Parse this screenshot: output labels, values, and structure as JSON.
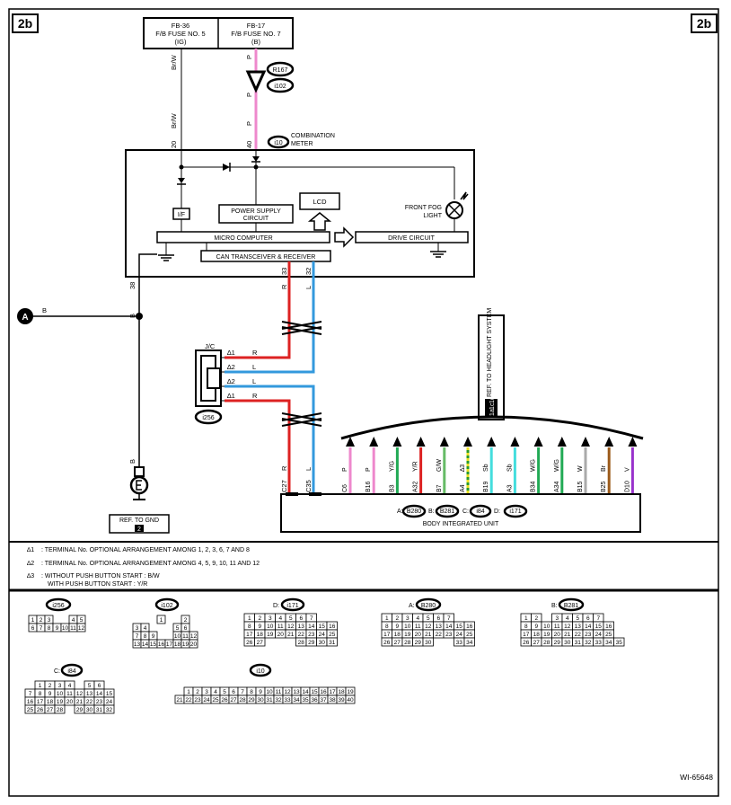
{
  "page": {
    "tag_left": "2b",
    "tag_right": "2b",
    "figure_id": "WI-65648"
  },
  "fuses": {
    "fb36_name": "FB-36",
    "fb36_desc": "F/B FUSE NO. 5",
    "fb36_sub": "(IG)",
    "fb17_name": "FB-17",
    "fb17_desc": "F/B FUSE NO. 7",
    "fb17_sub": "(B)"
  },
  "wires": {
    "brw": "Br/W",
    "p": "P",
    "b": "B",
    "r": "R",
    "l": "L",
    "pin20": "20",
    "pin40": "40",
    "pin38": "38",
    "pin33": "33",
    "pin32": "32",
    "c27": "C27",
    "c35": "C35"
  },
  "connectors": {
    "r167": "R167",
    "i102": "i102",
    "i10": "i10",
    "i256": "i256",
    "b280": "B280",
    "b281": "B281",
    "i84": "i84",
    "i171": "i171"
  },
  "meter": {
    "label_1": "COMBINATION",
    "label_2": "METER",
    "if": "I/F",
    "psu_1": "POWER SUPPLY",
    "psu_2": "CIRCUIT",
    "lcd": "LCD",
    "fog_1": "FRONT FOG",
    "fog_2": "LIGHT",
    "micro": "MICRO COMPUTER",
    "drive": "DRIVE CIRCUIT",
    "can": "CAN TRANSCEIVER & RECEIVER"
  },
  "junction": {
    "title": "J/C",
    "star1": "∆1",
    "star2": "∆2"
  },
  "ground": {
    "ref_1": "REF. TO GND",
    "ref_2": "2",
    "node_a": "A"
  },
  "headlight_ref": {
    "text": "REF. TO HEADLIGHT SYSTEM",
    "b1": "1a",
    "b2": "1c",
    "b3": "1d"
  },
  "biu": {
    "title": "BODY INTEGRATED UNIT",
    "pa": "A:",
    "pb": "B:",
    "pc": "C:",
    "pd": "D:",
    "wires": [
      {
        "color": "P",
        "pin": "C6",
        "hex": "#ee88cc"
      },
      {
        "color": "P",
        "pin": "B16",
        "hex": "#ee88cc"
      },
      {
        "color": "Y/G",
        "pin": "B3",
        "hex": "#22aa55"
      },
      {
        "color": "Y/R",
        "pin": "A32",
        "hex": "#dd2222"
      },
      {
        "color": "G/W",
        "pin": "B7",
        "hex": "#66bb66"
      },
      {
        "color": "∆3",
        "pin": "A4",
        "hex": "#44aadd"
      },
      {
        "color": "Sb",
        "pin": "B19",
        "hex": "#44dddd"
      },
      {
        "color": "Sb",
        "pin": "A3",
        "hex": "#44dddd"
      },
      {
        "color": "W/G",
        "pin": "B34",
        "hex": "#22aa55"
      },
      {
        "color": "W/G",
        "pin": "A34",
        "hex": "#22aa55"
      },
      {
        "color": "W",
        "pin": "B15",
        "hex": "#aaaaaa"
      },
      {
        "color": "Br",
        "pin": "B25",
        "hex": "#9b5a1a"
      },
      {
        "color": "V",
        "pin": "D10",
        "hex": "#9933cc"
      }
    ]
  },
  "notes": {
    "n1_mark": "∆1",
    "n1": ": TERMINAL No. OPTIONAL ARRANGEMENT AMONG 1, 2, 3, 6, 7 AND 8",
    "n2_mark": "∆2",
    "n2": ": TERMINAL No. OPTIONAL ARRANGEMENT AMONG 4, 5, 9, 10, 11 AND 12",
    "n3_mark": "∆3",
    "n3a": ": WITHOUT PUSH BUTTON START  : B/W",
    "n3b": "WITH PUSH BUTTON START  : Y/R"
  },
  "connector_views": {
    "i256_label": "i256",
    "i102_label": "i102",
    "i171_prefix": "D:",
    "i171_label": "i171",
    "b280_prefix": "A:",
    "b280_label": "B280",
    "b281_prefix": "B:",
    "b281_label": "B281",
    "i84_prefix": "C:",
    "i84_label": "i84",
    "i10_label": "i10"
  },
  "colors": {
    "red": "#dd2222",
    "blue": "#3399dd",
    "pink": "#ee88cc",
    "black": "#000000"
  }
}
